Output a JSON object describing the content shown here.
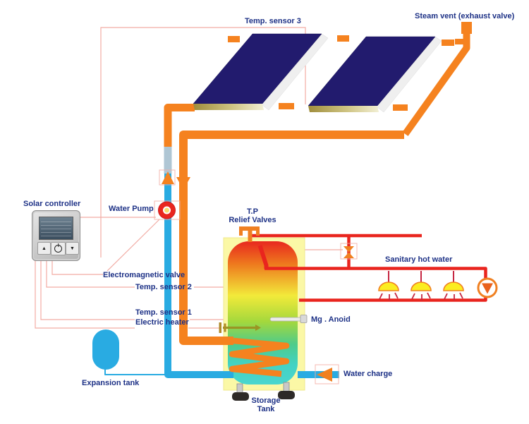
{
  "labels": {
    "temp_sensor_3": "Temp. sensor 3",
    "steam_vent": "Steam vent (exhaust valve)",
    "solar_controller": "Solar controller",
    "water_pump": "Water Pump",
    "tp_line1": "T.P",
    "tp_line2": "Relief Valves",
    "electromagnetic_valve": "Electromagnetic valve",
    "temp_sensor_2": "Temp. sensor 2",
    "temp_sensor_1": "Temp. sensor 1",
    "electric_heater": "Electric heater",
    "mg_anoid": "Mg . Anoid",
    "sanitary_hot_water": "Sanitary hot water",
    "expansion_tank": "Expansion tank",
    "water_charge": "Water charge",
    "storage_line1": "Storage",
    "storage_line2": "Tank"
  },
  "controller": {
    "up_glyph": "▲",
    "down_glyph": "▼"
  },
  "colors": {
    "hot_pipe": "#F5821F",
    "cold_pipe": "#29ABE2",
    "sanitary_pipe": "#E9251E",
    "wire": "#F2ACA4",
    "panel_navy": "#221B6E",
    "label_text": "#1D3186",
    "tank_backdrop": "#FBF8A6",
    "coupler_gray": "#AFC6D4",
    "pump_red": "#E9251E",
    "shower_yellow": "#FBED21",
    "valve_orange": "#F08021"
  }
}
